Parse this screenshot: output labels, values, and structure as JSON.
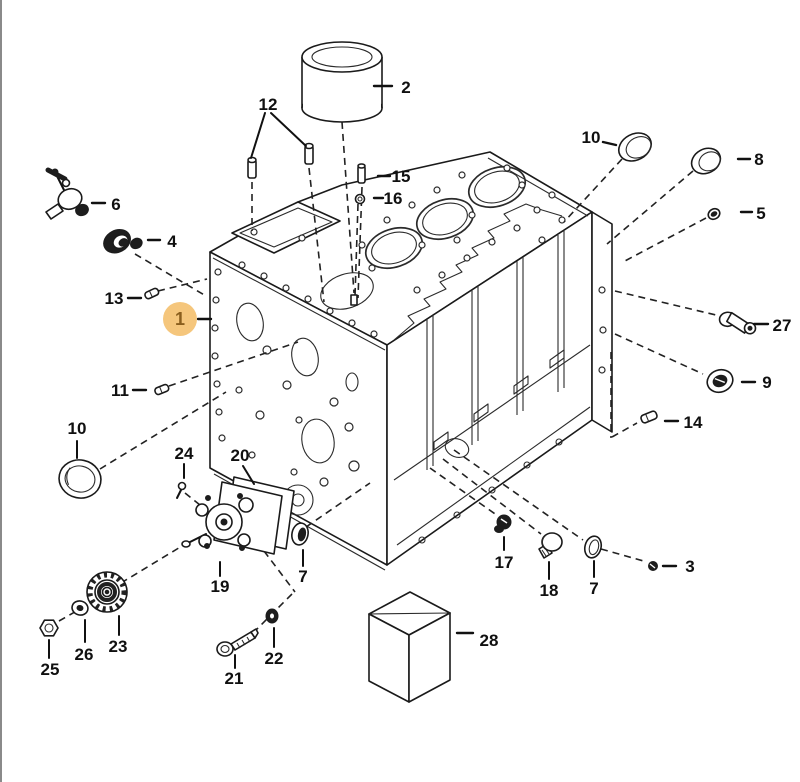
{
  "diagram": {
    "selected_callout": "1",
    "accent_fill": "#F5C67C",
    "accent_text": "#8a5e1d",
    "line_color": "#1a1a1a",
    "background": "#ffffff"
  },
  "callouts": {
    "n1": "1",
    "n2": "2",
    "n3": "3",
    "n4": "4",
    "n5": "5",
    "n6": "6",
    "n7a": "7",
    "n7b": "7",
    "n8": "8",
    "n9": "9",
    "n10a": "10",
    "n10b": "10",
    "n11": "11",
    "n12": "12",
    "n13": "13",
    "n14": "14",
    "n15": "15",
    "n16": "16",
    "n17": "17",
    "n18": "18",
    "n19": "19",
    "n20": "20",
    "n21": "21",
    "n22": "22",
    "n23": "23",
    "n24": "24",
    "n25": "25",
    "n26": "26",
    "n27": "27",
    "n28": "28"
  }
}
